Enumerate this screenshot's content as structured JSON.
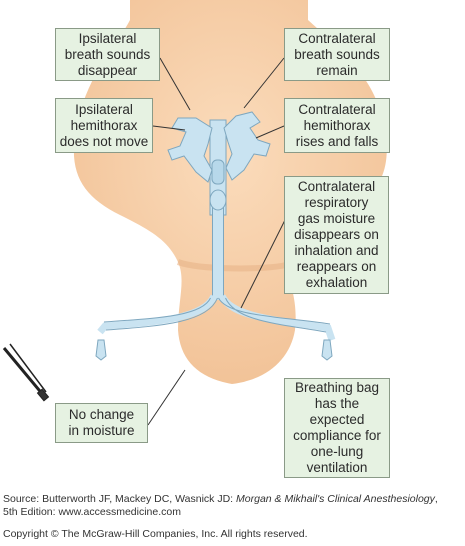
{
  "labels": {
    "ipsi_breath": [
      "Ipsilateral",
      "breath sounds",
      "disappear"
    ],
    "contra_breath": [
      "Contralateral",
      "breath sounds",
      "remain"
    ],
    "ipsi_hemi": [
      "Ipsilateral",
      "hemithorax",
      "does not move"
    ],
    "contra_hemi": [
      "Contralateral",
      "hemithorax",
      "rises and falls"
    ],
    "contra_moisture": [
      "Contralateral",
      "respiratory",
      "gas moisture",
      "disappears on",
      "inhalation and",
      "reappears on",
      "exhalation"
    ],
    "no_change": [
      "No change",
      "in moisture"
    ],
    "breathing_bag": [
      "Breathing bag",
      "has the",
      "expected",
      "compliance for",
      "one-lung",
      "ventilation"
    ]
  },
  "footer": {
    "source_prefix": "Source: Butterworth JF, Mackey DC, Wasnick JD: ",
    "source_title": "Morgan & Mikhail's Clinical Anesthesiology",
    "source_suffix": ",",
    "source_line2": "5th Edition: www.accessmedicine.com",
    "copyright": "Copyright © The McGraw-Hill Companies, Inc. All rights reserved."
  },
  "colors": {
    "skin": "#f7d0ab",
    "skin_shade": "#eebd92",
    "tube": "#c9e3f1",
    "tube_outline": "#7ea7bf",
    "label_fill": "#e6f2e2",
    "label_border": "#8a9a87"
  }
}
